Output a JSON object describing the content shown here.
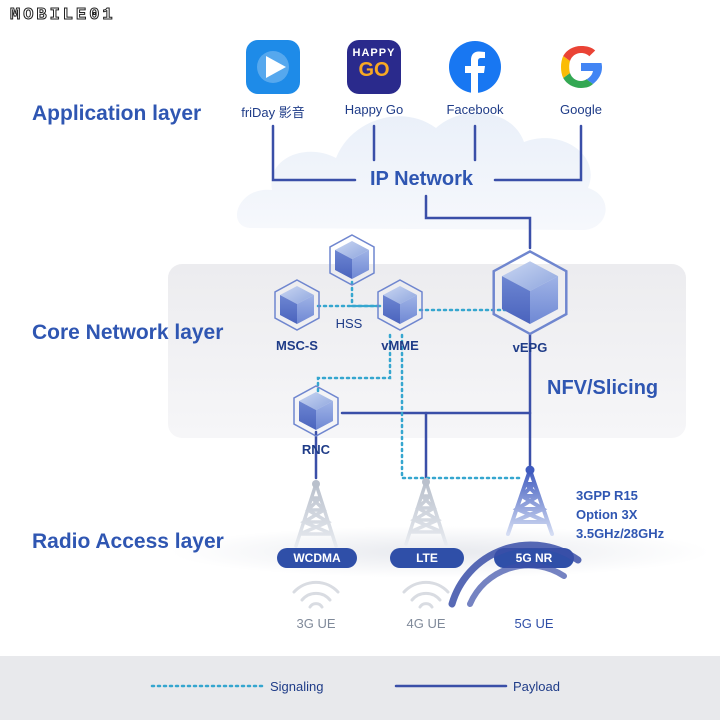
{
  "watermark": "MOBILE01",
  "layers": {
    "application": "Application layer",
    "core": "Core Network layer",
    "radio": "Radio Access layer"
  },
  "apps": [
    {
      "label": "friDay 影音",
      "icon": "friday-play-icon",
      "color": "#1e8be8"
    },
    {
      "label": "Happy Go",
      "icon": "happy-go-icon",
      "color": "#2a2a8c",
      "text_top": "HAPPY",
      "text_bottom": "GO"
    },
    {
      "label": "Facebook",
      "icon": "facebook-icon",
      "color": "#1877f2"
    },
    {
      "label": "Google",
      "icon": "google-icon",
      "color": "#ffffff"
    }
  ],
  "ip_network": "IP Network",
  "core_nodes": {
    "hss": "HSS",
    "msc": "MSC-S",
    "mme": "vMME",
    "epg": "vEPG",
    "rnc": "RNC"
  },
  "nfv": "NFV/Slicing",
  "radio": {
    "towers": [
      "WCDMA",
      "LTE",
      "5G NR"
    ],
    "ues": [
      "3G UE",
      "4G UE",
      "5G UE"
    ],
    "spec": [
      "3GPP R15",
      "Option 3X",
      "3.5GHz/28GHz"
    ]
  },
  "legend": {
    "signaling": "Signaling",
    "payload": "Payload"
  },
  "colors": {
    "payload": "#3a4fa8",
    "signaling": "#35a6cf",
    "title": "#2f56b2"
  }
}
